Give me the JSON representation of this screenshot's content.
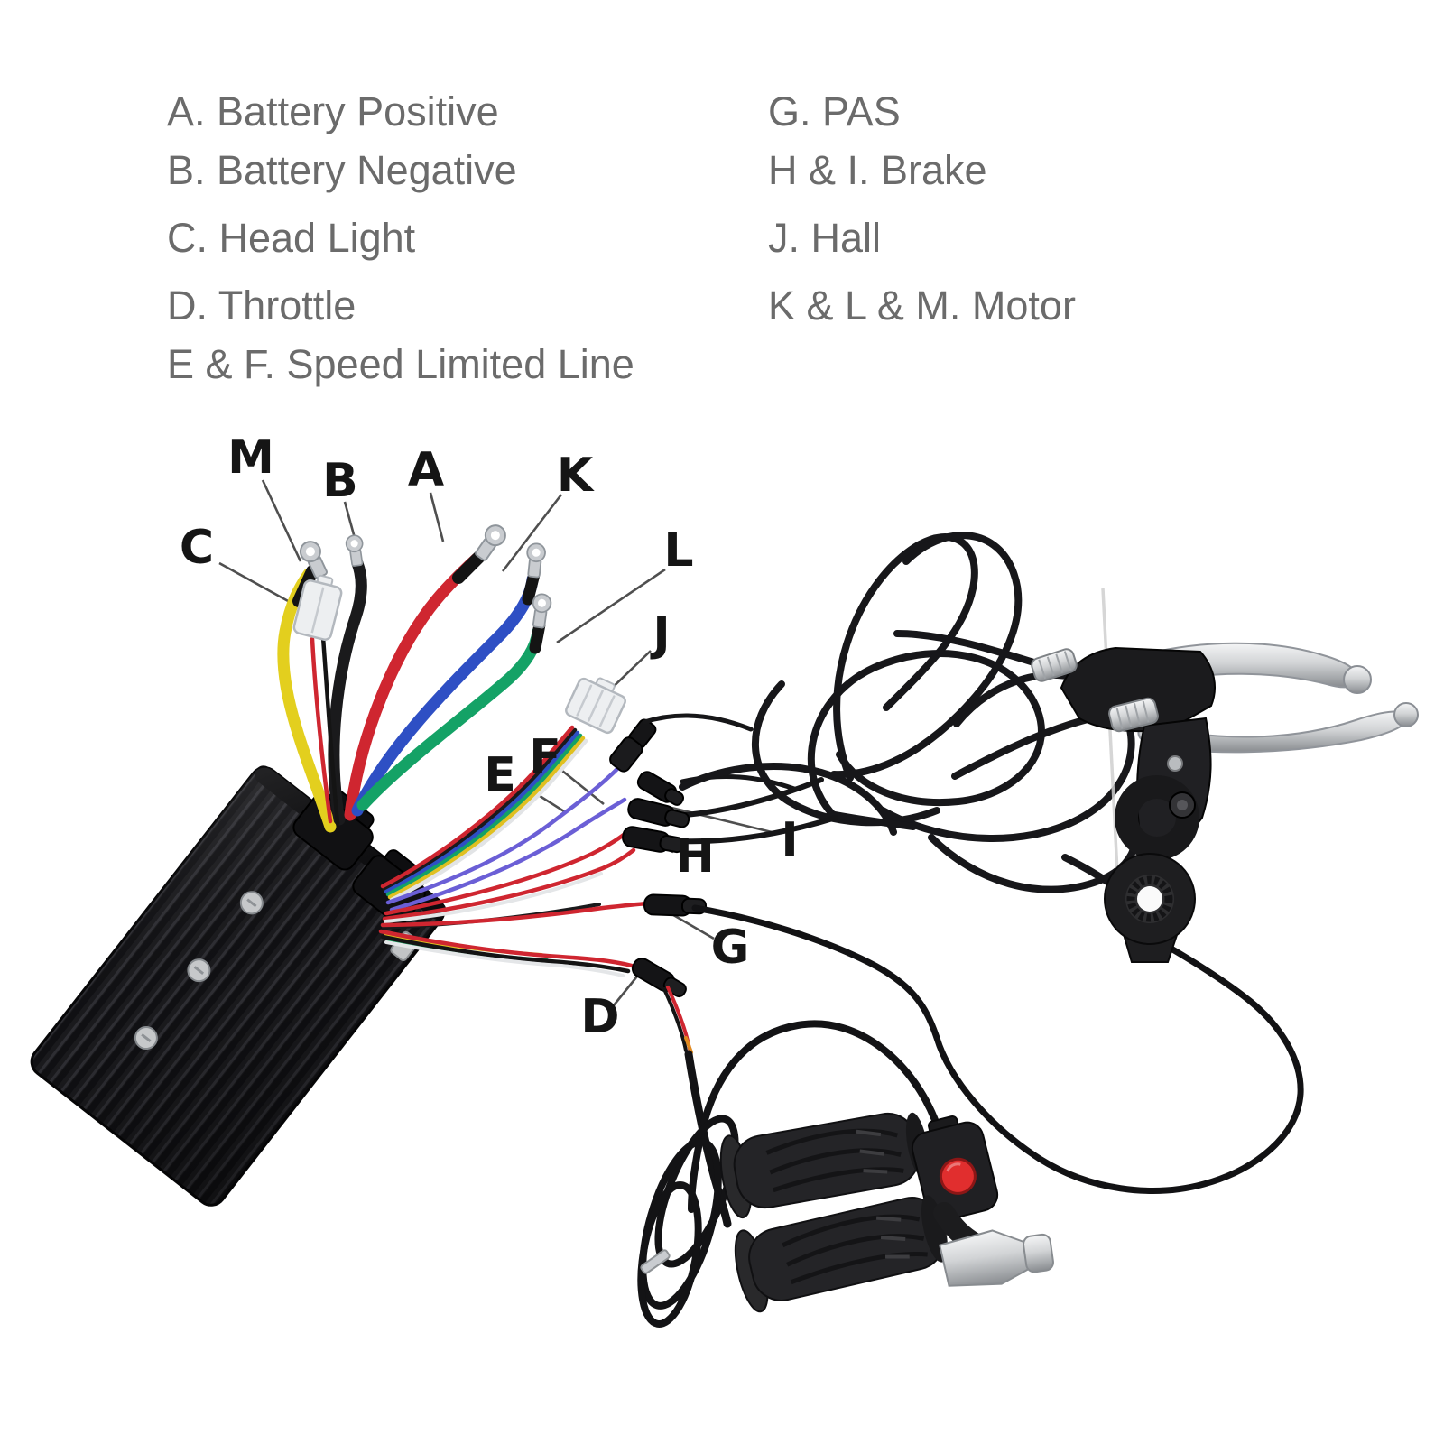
{
  "legend": {
    "left": [
      {
        "label": "A. Battery Positive"
      },
      {
        "label": "B. Battery Negative"
      },
      {
        "label": "C. Head Light"
      },
      {
        "label": "D. Throttle"
      },
      {
        "label": "E & F. Speed Limited Line"
      }
    ],
    "right": [
      {
        "label": "G. PAS"
      },
      {
        "label": "H & I. Brake"
      },
      {
        "label": "J. Hall"
      },
      {
        "label": "K & L & M. Motor"
      }
    ]
  },
  "wire_labels": [
    {
      "letter": "M"
    },
    {
      "letter": "B"
    },
    {
      "letter": "A"
    },
    {
      "letter": "K"
    },
    {
      "letter": "C"
    },
    {
      "letter": "L"
    },
    {
      "letter": "J"
    },
    {
      "letter": "E"
    },
    {
      "letter": "F"
    },
    {
      "letter": "H"
    },
    {
      "letter": "I"
    },
    {
      "letter": "G"
    },
    {
      "letter": "D"
    }
  ],
  "palette": {
    "legend_text": "#6b6b6b",
    "label_text": "#151515",
    "leader_line": "#4f4f4f",
    "wire_yellow": "#e3cf1e",
    "wire_black": "#1a1a1c",
    "wire_red": "#cf2630",
    "wire_blue": "#2e4fc4",
    "wire_green": "#14a266",
    "wire_violet": "#6b5fd6",
    "connector_white": "#edeff1",
    "throttle_button_red": "#e12e2e"
  }
}
